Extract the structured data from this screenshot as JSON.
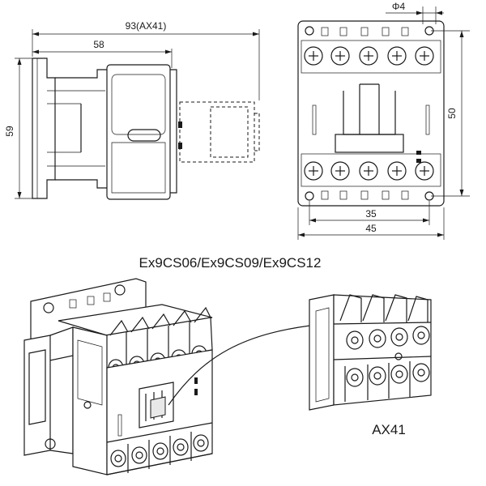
{
  "side_view": {
    "dim_overall": "93(AX41)",
    "dim_body": "58",
    "dim_height": "59"
  },
  "front_view": {
    "dim_hole": "Φ4",
    "dim_height": "50",
    "dim_mount": "35",
    "dim_width": "45"
  },
  "model_label": "Ex9CS06/Ex9CS09/Ex9CS12",
  "accessory_label": "AX41"
}
